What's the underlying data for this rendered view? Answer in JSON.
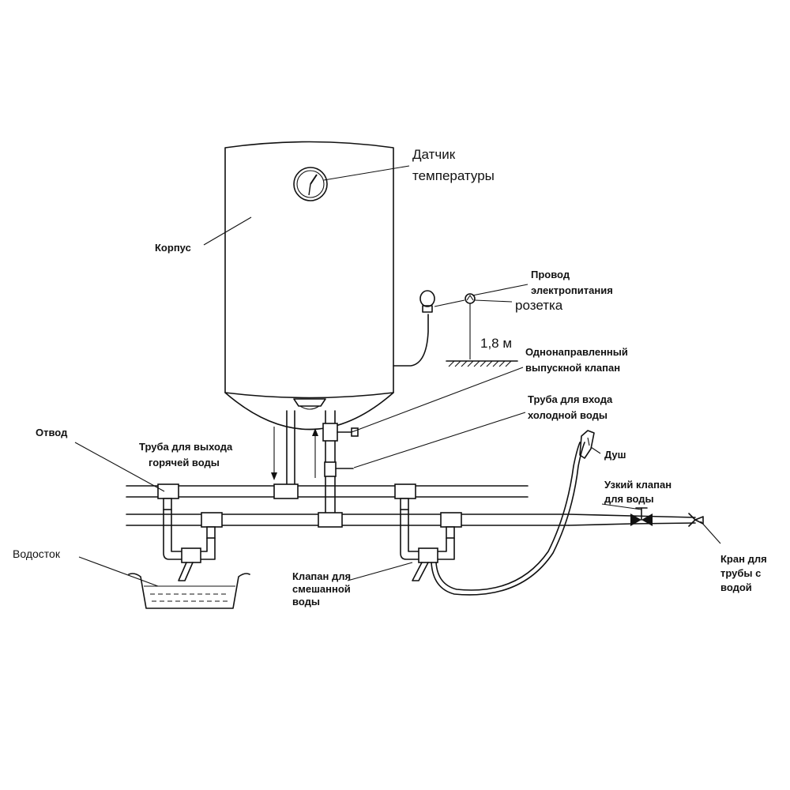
{
  "labels": {
    "sensor_l1": "Датчик",
    "sensor_l2": "температуры",
    "body": "Корпус",
    "wire_l1": "Провод",
    "wire_l2": "электропитания",
    "socket": "розетка",
    "height": "1,8 м",
    "valve_l1": "Однонаправленный",
    "valve_l2": "выпускной клапан",
    "cold_l1": "Труба для входа",
    "cold_l2": "холодной воды",
    "branch": "Отвод",
    "hot_l1": "Труба для выхода",
    "hot_l2": "горячей воды",
    "shower": "Душ",
    "narrow_l1": "Узкий клапан",
    "narrow_l2": "для воды",
    "drain": "Водосток",
    "mix_l1": "Клапан для",
    "mix_l2": "смешанной",
    "mix_l3": "воды",
    "tap_l1": "Кран для",
    "tap_l2": "трубы с",
    "tap_l3": "водой"
  }
}
